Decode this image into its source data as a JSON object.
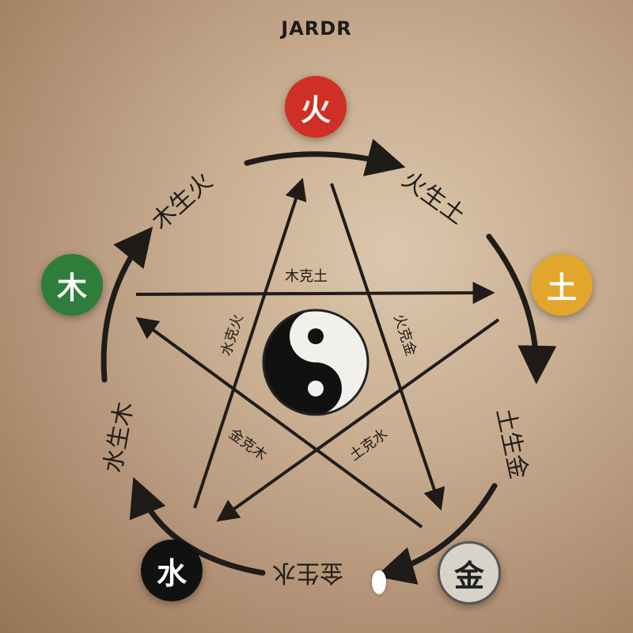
{
  "title": "JARDR",
  "elements": {
    "fire": "火",
    "wood": "木",
    "earth": "土",
    "water": "水",
    "metal": "金"
  },
  "outer_labels": {
    "top_left": "木生火",
    "top_right": "火生土",
    "right": "土生金",
    "bottom": "金生水",
    "left": "水生木"
  },
  "inner_labels": {
    "top": "木克土",
    "right_upper": "火克金",
    "left_upper": "水克火",
    "left_lower": "金克木",
    "right_lower": "土克水"
  },
  "colors": {
    "fire": "#cf2f25",
    "wood": "#2f7d3a",
    "earth": "#e2a62d",
    "water": "#111111",
    "metal": "#d7d3c9"
  },
  "icons": {
    "center": "yin-yang-icon"
  }
}
